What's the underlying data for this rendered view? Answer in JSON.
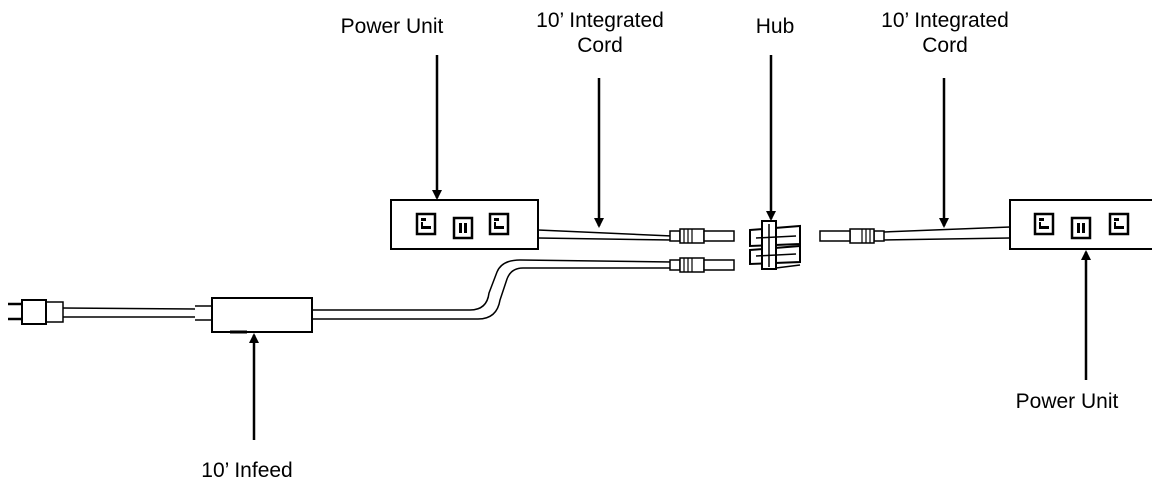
{
  "labels": {
    "power_unit_left": "Power Unit",
    "cord_left_line1": "10’ Integrated",
    "cord_left_line2": "Cord",
    "hub": "Hub",
    "cord_right_line1": "10’ Integrated",
    "cord_right_line2": "Cord",
    "power_unit_right": "Power Unit",
    "infeed": "10’ Infeed"
  },
  "colors": {
    "line": "#000000",
    "background": "#ffffff"
  }
}
